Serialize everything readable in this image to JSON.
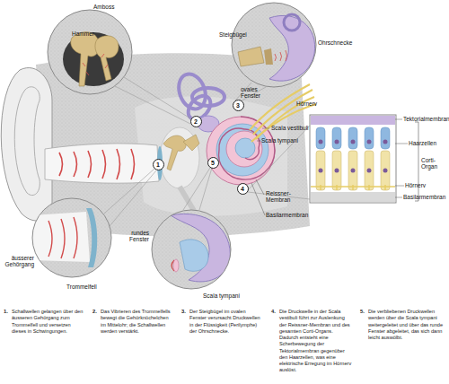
{
  "diagram": {
    "nodes": [
      {
        "text": [
          "1"
        ]
      },
      {
        "text": [
          "2"
        ]
      },
      {
        "text": [
          "3"
        ]
      },
      {
        "text": [
          "4"
        ]
      },
      {
        "text": [
          "5"
        ]
      }
    ],
    "labels": [
      "Amboss",
      "Hammer",
      "Steigbügel",
      "Ohrschnecke",
      "ovales Fenster",
      "Hörnerv",
      "Scala vestibuli",
      "Scala tympani",
      "Tektorialmembran",
      "Haarzellen",
      "Corti-Organ",
      "Hörnerv",
      "Basilarmembran",
      "Reissner-Membran",
      "Basilarmembran",
      "äusserer Gehörgang",
      "Trommelfell",
      "rundes Fenster",
      "Scala tympani",
      "1.",
      "Schallwellen gelangen über den äusseren Gehörgang zum Trommelfell und versetzen dieses in Schwingungen.",
      "2.",
      "Das Vibrieren des Trommelfells bewegt die Gehörknöchelchen im Mittelohr; die Schallwellen werden verstärkt.",
      "3.",
      "Der Steigbügel im ovalen Fenster verursacht Druckwellen in der Flüssigkeit (Perilymphe) der Ohrschnecke.",
      "4.",
      "Die Druckwelle in der Scala vestibuli führt zur Auslenkung der Reissner-Membran und des gesamten Corti-Organs. Dadurch entsteht eine Scherbewegung der Tektorialmembran gegenüber den Haarzellen, was eine elektrische Erregung im Hörnerv auslöst.",
      "5.",
      "Die verbliebenen Druckwellen werden über die Scala tympani weitergeleitet und über das runde Fenster abgeleitet, das sich dann leicht auswölbt."
    ]
  }
}
